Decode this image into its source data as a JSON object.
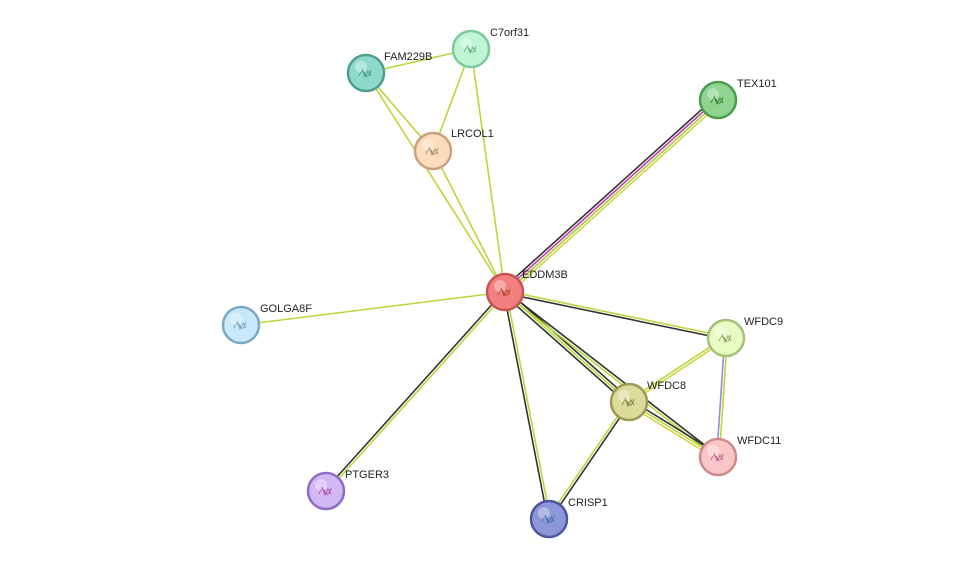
{
  "network": {
    "nodes": [
      {
        "id": "EDDM3B",
        "label": "EDDM3B",
        "color": "#f28080",
        "stroke": "#c65454",
        "glyph": "#a33b20"
      },
      {
        "id": "C7orf31",
        "label": "C7orf31",
        "color": "#bff5d4",
        "stroke": "#7cc99a",
        "glyph": "#5aa87a"
      },
      {
        "id": "FAM229B",
        "label": "FAM229B",
        "color": "#8fd9cc",
        "stroke": "#4d9e90",
        "glyph": "#3f8a7c"
      },
      {
        "id": "LRCOL1",
        "label": "LRCOL1",
        "color": "#fbdcbe",
        "stroke": "#c9a27c",
        "glyph": "#a17a58"
      },
      {
        "id": "TEX101",
        "label": "TEX101",
        "color": "#8fd48f",
        "stroke": "#4e9c4e",
        "glyph": "#2e6b2e"
      },
      {
        "id": "GOLGA8F",
        "label": "GOLGA8F",
        "color": "#c9e9fb",
        "stroke": "#7aa8c6",
        "glyph": "#6a93b5"
      },
      {
        "id": "WFDC9",
        "label": "WFDC9",
        "color": "#e8fbc2",
        "stroke": "#a5c07a",
        "glyph": "#7a9055"
      },
      {
        "id": "WFDC8",
        "label": "WFDC8",
        "color": "#dddb9a",
        "stroke": "#9c9a52",
        "glyph": "#6f6d33"
      },
      {
        "id": "WFDC11",
        "label": "WFDC11",
        "color": "#f8c6c6",
        "stroke": "#cc8a8a",
        "glyph": "#b34f7f"
      },
      {
        "id": "PTGER3",
        "label": "PTGER3",
        "color": "#d2b8f5",
        "stroke": "#8e6cc4",
        "glyph": "#a33b9e"
      },
      {
        "id": "CRISP1",
        "label": "CRISP1",
        "color": "#8d96d8",
        "stroke": "#4d569c",
        "glyph": "#2f6fa0"
      }
    ],
    "edges": [
      {
        "source": "EDDM3B",
        "target": "TEX101",
        "colors": [
          "#333333",
          "#c23bb0",
          "#a6cf3d",
          "#d4d44a"
        ]
      },
      {
        "source": "EDDM3B",
        "target": "C7orf31",
        "colors": [
          "#b5d93a"
        ]
      },
      {
        "source": "EDDM3B",
        "target": "FAM229B",
        "colors": [
          "#b5d93a"
        ]
      },
      {
        "source": "EDDM3B",
        "target": "LRCOL1",
        "colors": [
          "#b5d93a"
        ]
      },
      {
        "source": "EDDM3B",
        "target": "GOLGA8F",
        "colors": [
          "#b5d93a"
        ]
      },
      {
        "source": "EDDM3B",
        "target": "PTGER3",
        "colors": [
          "#b5d93a",
          "#333333"
        ]
      },
      {
        "source": "EDDM3B",
        "target": "CRISP1",
        "colors": [
          "#b5d93a",
          "#333333"
        ]
      },
      {
        "source": "EDDM3B",
        "target": "WFDC8",
        "colors": [
          "#333333",
          "#b5d93a",
          "#333333"
        ]
      },
      {
        "source": "EDDM3B",
        "target": "WFDC9",
        "colors": [
          "#b5d93a",
          "#333333"
        ]
      },
      {
        "source": "EDDM3B",
        "target": "WFDC11",
        "colors": [
          "#333333",
          "#b5d93a"
        ]
      },
      {
        "source": "FAM229B",
        "target": "C7orf31",
        "colors": [
          "#b5d93a"
        ]
      },
      {
        "source": "FAM229B",
        "target": "LRCOL1",
        "colors": [
          "#b5d93a"
        ]
      },
      {
        "source": "C7orf31",
        "target": "LRCOL1",
        "colors": [
          "#b5d93a"
        ]
      },
      {
        "source": "WFDC8",
        "target": "WFDC9",
        "colors": [
          "#b5d93a",
          "#d4d44a"
        ]
      },
      {
        "source": "WFDC8",
        "target": "WFDC11",
        "colors": [
          "#333333",
          "#b5d93a",
          "#d4d44a"
        ]
      },
      {
        "source": "WFDC9",
        "target": "WFDC11",
        "colors": [
          "#b5d93a",
          "#8f8fd6"
        ]
      },
      {
        "source": "WFDC8",
        "target": "CRISP1",
        "colors": [
          "#333333",
          "#b5d93a"
        ]
      }
    ]
  }
}
